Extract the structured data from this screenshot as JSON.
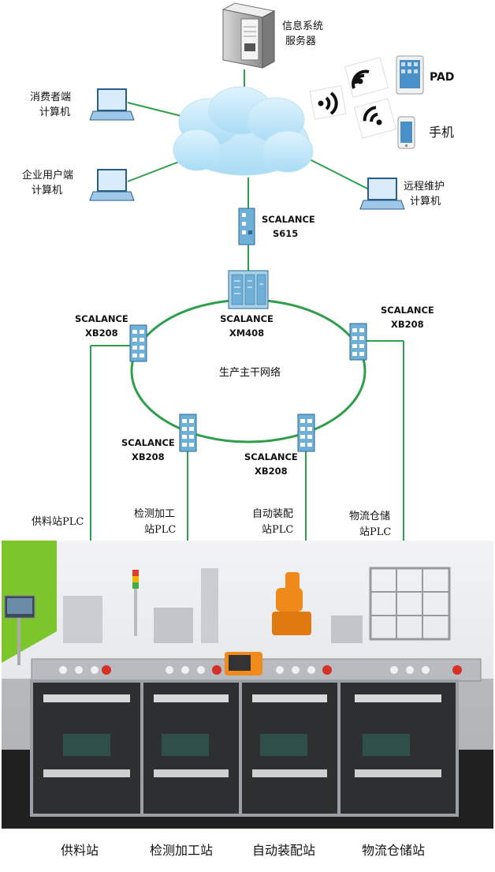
{
  "server": {
    "label_line1": "信息系统",
    "label_line2": "服务器"
  },
  "consumer_pc": {
    "label_line1": "消费者端",
    "label_line2": "计算机"
  },
  "enterprise_pc": {
    "label_line1": "企业用户端",
    "label_line2": "计算机"
  },
  "remote_pc": {
    "label_line1": "远程维护",
    "label_line2": "计算机"
  },
  "pad": {
    "label": "PAD"
  },
  "phone": {
    "label": "手机"
  },
  "s615": {
    "line1": "SCALANCE",
    "line2": "S615"
  },
  "xm408": {
    "line1": "SCALANCE",
    "line2": "XM408"
  },
  "xb208_left": {
    "line1": "SCALANCE",
    "line2": "XB208"
  },
  "xb208_right": {
    "line1": "SCALANCE",
    "line2": "XB208"
  },
  "xb208_bottom_left": {
    "line1": "SCALANCE",
    "line2": "XB208"
  },
  "xb208_bottom_right": {
    "line1": "SCALANCE",
    "line2": "XB208"
  },
  "ring": {
    "label": "生产主干网络"
  },
  "plcs": [
    {
      "line1": "供料站PLC",
      "line2": ""
    },
    {
      "line1": "检测加工",
      "line2": "站PLC"
    },
    {
      "line1": "自动装配",
      "line2": "站PLC"
    },
    {
      "line1": "物流仓储",
      "line2": "站PLC"
    }
  ],
  "stations": [
    "供料站",
    "检测加工站",
    "自动装配站",
    "物流仓储站"
  ],
  "colors": {
    "link": "#2e9e4a",
    "cloud": "#bfe6fa",
    "switch": "#6fb0d8",
    "photo_wall": "#e9ecef",
    "photo_floor": "#1c1c1c",
    "green_wall": "#7cc52a"
  }
}
